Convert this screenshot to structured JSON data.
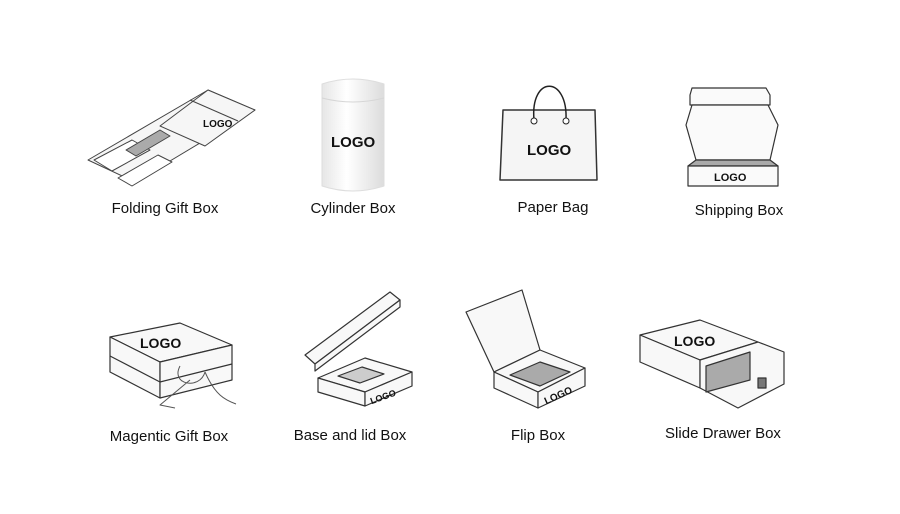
{
  "logo_text": "LOGO",
  "items": [
    {
      "label": "Folding Gift Box",
      "icon": "folding-gift-box"
    },
    {
      "label": "Cylinder Box",
      "icon": "cylinder-box"
    },
    {
      "label": "Paper Bag",
      "icon": "paper-bag"
    },
    {
      "label": "Shipping Box",
      "icon": "shipping-box"
    },
    {
      "label": "Magentic Gift Box",
      "icon": "magnetic-gift-box"
    },
    {
      "label": "Base and lid Box",
      "icon": "base-lid-box"
    },
    {
      "label": "Flip Box",
      "icon": "flip-box"
    },
    {
      "label": "Slide Drawer Box",
      "icon": "slide-drawer-box"
    }
  ],
  "colors": {
    "outline": "#333333",
    "panel": "#f4f4f4",
    "shade": "#a8a8a8"
  }
}
